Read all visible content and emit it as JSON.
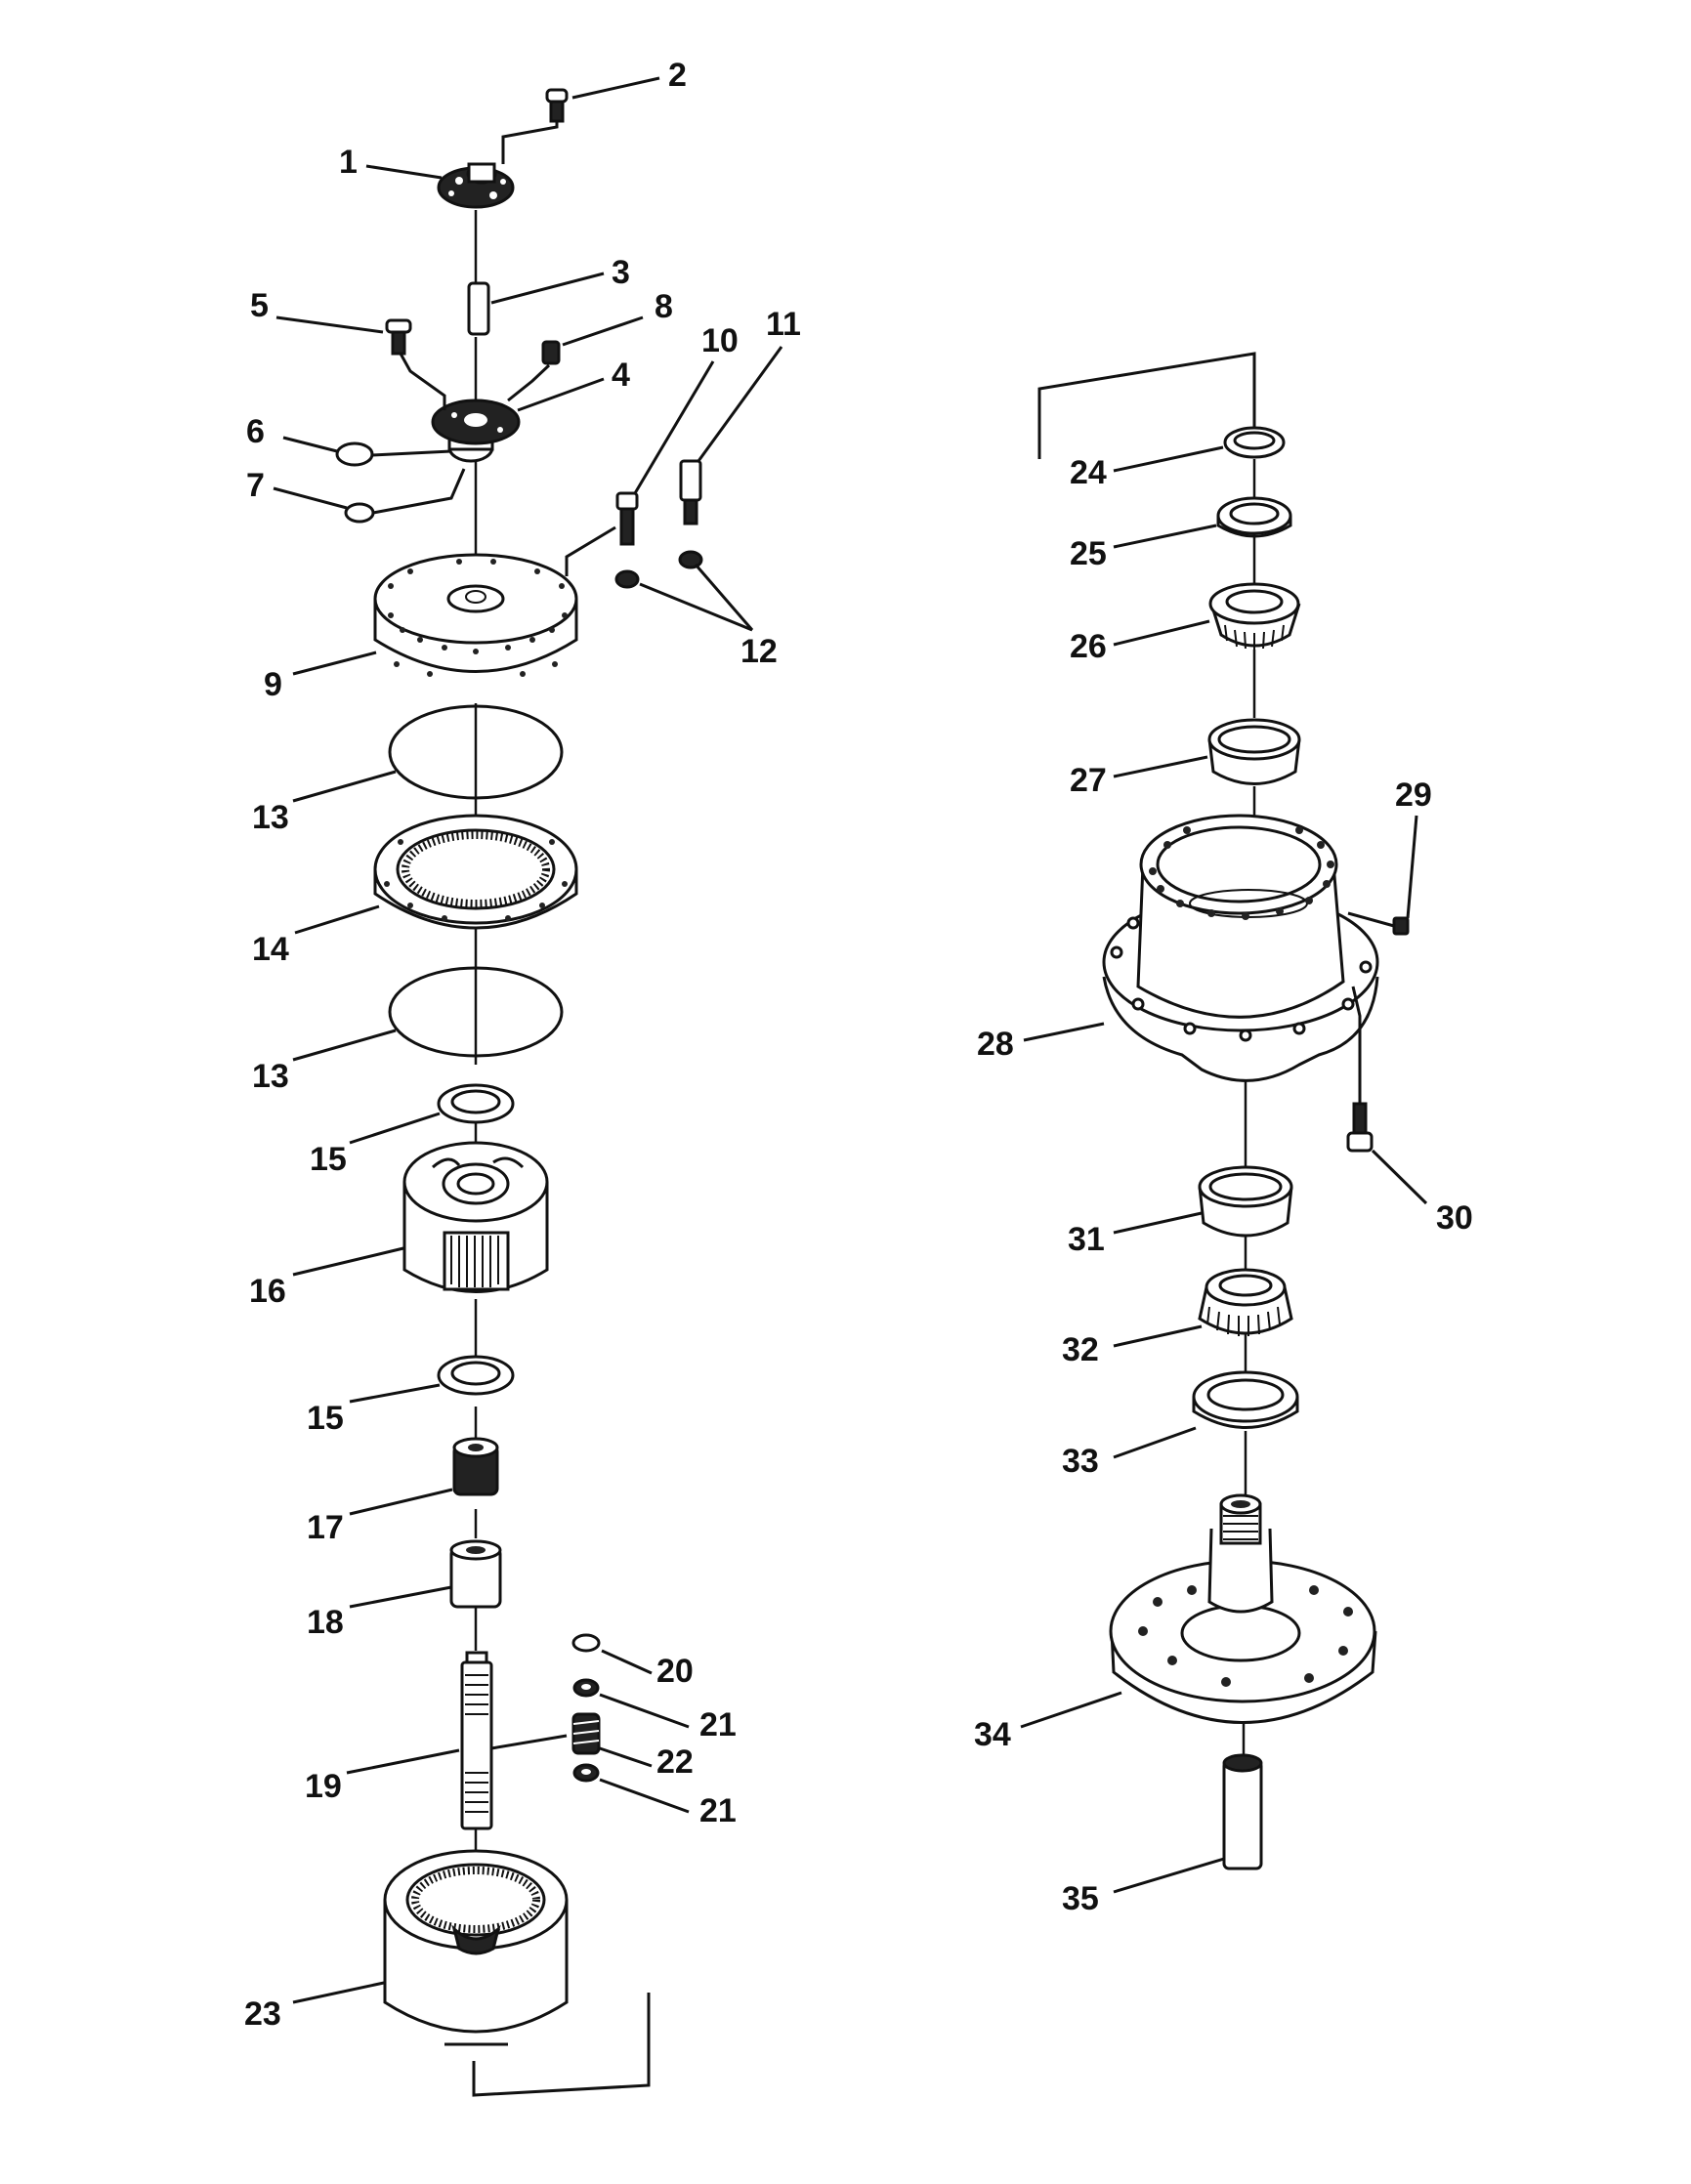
{
  "diagram": {
    "callouts": [
      "1",
      "2",
      "3",
      "4",
      "5",
      "6",
      "7",
      "8",
      "9",
      "10",
      "11",
      "12",
      "13",
      "13",
      "14",
      "15",
      "15",
      "16",
      "17",
      "18",
      "19",
      "20",
      "21",
      "21",
      "22",
      "23",
      "24",
      "25",
      "26",
      "27",
      "28",
      "29",
      "30",
      "31",
      "32",
      "33",
      "34",
      "35"
    ]
  },
  "parts": {
    "left_stack": [
      "flange-plate",
      "screw",
      "pin",
      "cover-plate",
      "screw",
      "o-ring",
      "o-ring",
      "plug",
      "cover",
      "bolt",
      "bolt",
      "washer",
      "gasket",
      "ring-gear",
      "gasket",
      "thrust-washer",
      "planet-carrier",
      "thrust-washer",
      "sun-gear",
      "spacer",
      "input-shaft",
      "snap-ring",
      "washer",
      "spring",
      "washer",
      "ring-gear-drum"
    ],
    "right_stack": [
      "seal",
      "seal",
      "bearing-cone",
      "bearing-cup",
      "hub",
      "plug",
      "bolt",
      "bearing-cup",
      "bearing-cone",
      "seal",
      "spindle",
      "pin"
    ]
  }
}
